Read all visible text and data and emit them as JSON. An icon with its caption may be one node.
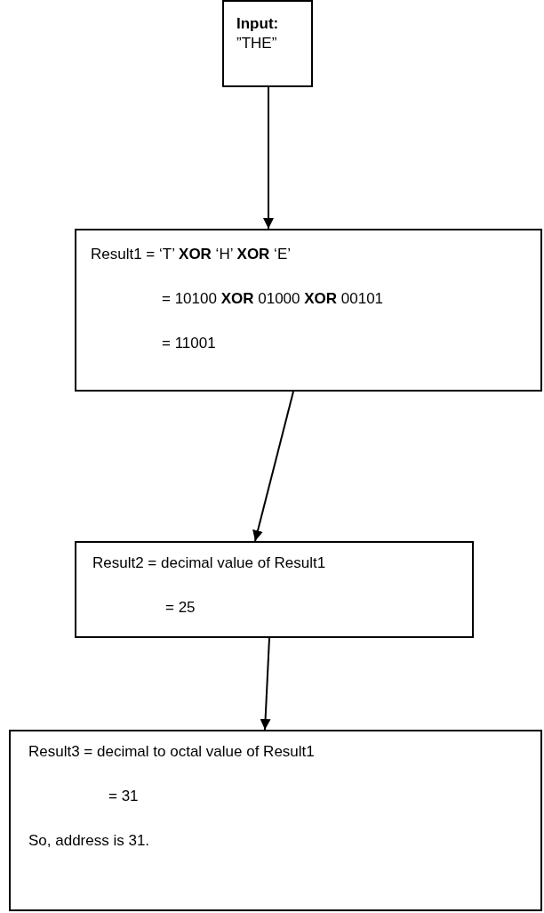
{
  "diagram": {
    "nodes": [
      {
        "text": [
          "**Input:** ”THE”"
        ]
      },
      {
        "text": [
          "Result1 = ‘T’ **XOR** ‘H’ **XOR** ‘E’",
          "= 10100 **XOR** 01000 **XOR** 00101",
          "= 11001"
        ]
      },
      {
        "text": [
          "Result2 = decimal value of Result1",
          "= 25"
        ]
      },
      {
        "text": [
          "Result3 = decimal to octal value of Result1",
          "= 31",
          "So, address is 31."
        ]
      }
    ],
    "edges": [
      {
        "from": 0,
        "to": 1,
        "arrow": "to"
      },
      {
        "from": 1,
        "to": 2,
        "arrow": "to"
      },
      {
        "from": 2,
        "to": 3,
        "arrow": "to"
      }
    ]
  }
}
